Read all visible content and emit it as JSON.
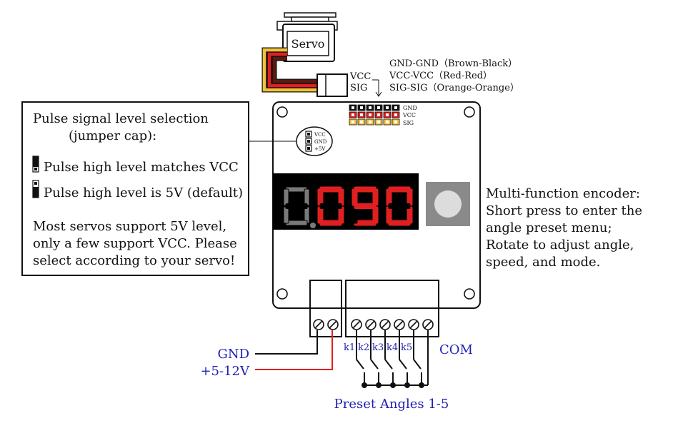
{
  "servo": {
    "label": "Servo",
    "vcc_label": "VCC",
    "sig_label": "SIG"
  },
  "wiring": {
    "lines": [
      "GND-GND（Brown-Black）",
      "VCC-VCC（Red-Red）",
      "SIG-SIG（Orange-Orange）"
    ]
  },
  "board_header": {
    "gnd": "GND",
    "vcc": "VCC",
    "sig": "SIG"
  },
  "jumper_detail": {
    "vcc": "VCC",
    "gnd": "GND",
    "plus5v": "+5V"
  },
  "left_box": {
    "title_line1": "Pulse signal level selection",
    "title_line2": "(jumper cap):",
    "option_vcc": "Pulse high level matches VCC",
    "option_5v": "Pulse high level is 5V (default)",
    "note": [
      "Most servos support 5V level,",
      "only a few support VCC. Please",
      "select according to your servo!"
    ]
  },
  "display": {
    "digits": [
      "0",
      "0",
      "9",
      "0"
    ]
  },
  "encoder_text": {
    "lines": [
      "Multi-function encoder:",
      "Short press to enter the",
      "angle preset menu;",
      "Rotate to adjust angle,",
      "speed, and mode."
    ]
  },
  "power": {
    "gnd": "GND",
    "vin": "+5-12V"
  },
  "keys": {
    "labels": [
      "k1",
      "k2",
      "k3",
      "k4",
      "k5"
    ],
    "com": "COM",
    "caption": "Preset Angles 1-5"
  },
  "colors": {
    "text_blue": "#1f1fb4",
    "segment_on": "#e02020",
    "segment_off": "#7a7a7a",
    "display_bg": "#000000",
    "wire_red": "#e02020",
    "wire_brown": "#5a1a10",
    "wire_orange": "#f2c23a"
  }
}
